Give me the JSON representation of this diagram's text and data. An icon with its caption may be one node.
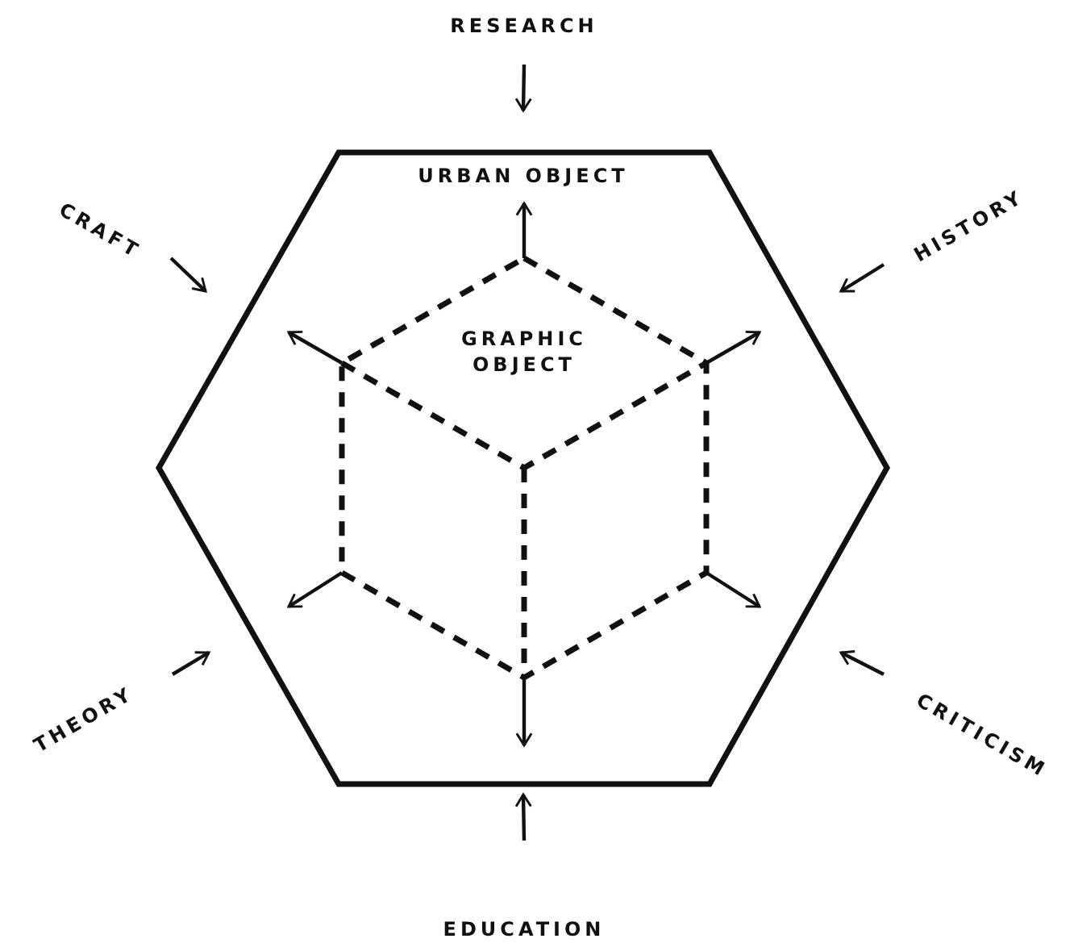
{
  "diagram": {
    "nodes": [
      {
        "text": [
          "URBAN OBJECT"
        ]
      },
      {
        "text": [
          "GRAPHIC OBJECT"
        ],
        "in": 0
      },
      {
        "text": [
          "RESEARCH"
        ]
      },
      {
        "text": [
          "CRAFT"
        ]
      },
      {
        "text": [
          "HISTORY"
        ]
      },
      {
        "text": [
          "THEORY"
        ]
      },
      {
        "text": [
          "CRITICISM"
        ]
      },
      {
        "text": [
          "EDUCATION"
        ]
      }
    ],
    "edges": [
      {
        "from": 2,
        "to": 0,
        "arrow": "to"
      },
      {
        "from": 3,
        "to": 0,
        "arrow": "to"
      },
      {
        "from": 4,
        "to": 0,
        "arrow": "to"
      },
      {
        "from": 5,
        "to": 0,
        "arrow": "to"
      },
      {
        "from": 6,
        "to": 0,
        "arrow": "to"
      },
      {
        "from": 7,
        "to": 0,
        "arrow": "to"
      },
      {
        "from": 1,
        "to": null,
        "arrow": "to"
      },
      {
        "from": 1,
        "to": null,
        "arrow": "to"
      },
      {
        "from": 1,
        "to": null,
        "arrow": "to"
      },
      {
        "from": 1,
        "to": null,
        "arrow": "to"
      },
      {
        "from": 1,
        "to": null,
        "arrow": "to"
      },
      {
        "from": 1,
        "to": null,
        "arrow": "to"
      }
    ]
  }
}
